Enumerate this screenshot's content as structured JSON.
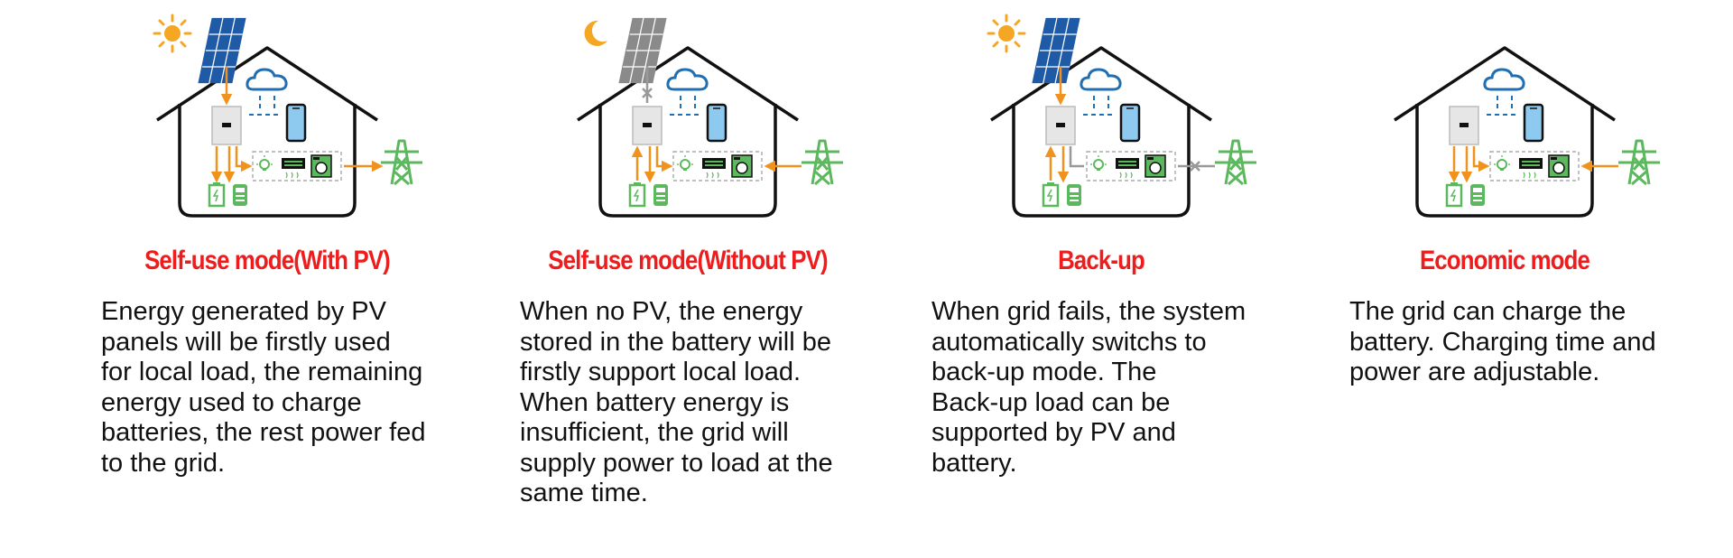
{
  "modes": [
    {
      "title": "Self-use mode(With PV)",
      "lines": [
        "Energy generated by PV",
        "panels will be firstly used",
        "for local load, the remaining",
        "energy used to charge",
        "batteries, the rest power fed",
        "to the grid."
      ]
    },
    {
      "title": "Self-use mode(Without PV)",
      "lines": [
        "When no PV, the energy",
        "stored in the battery will be",
        "firstly support local load.",
        "When battery energy is",
        "insufficient, the grid will",
        "supply power to load at the",
        "same time."
      ]
    },
    {
      "title": "Back-up",
      "lines": [
        "When grid fails, the system",
        "automatically switchs to",
        "back-up mode. The",
        "Back-up load can be",
        "supported by PV and",
        "battery."
      ]
    },
    {
      "title": "Economic mode",
      "lines": [
        "The grid can charge the",
        "battery. Charging time and",
        "power are adjustable."
      ]
    }
  ],
  "icons": {
    "sky": [
      "sun-icon",
      "moon-icon",
      "sun-icon",
      "none"
    ],
    "solar_panel": [
      "solar-panel-icon",
      "solar-panel-gray-icon",
      "solar-panel-icon",
      "none"
    ]
  },
  "colors": {
    "title": "#ee1c1c",
    "text": "#111111",
    "house": "#111111",
    "arrow": "#f0931e",
    "green": "#5cb85c",
    "cloud": "#1f6fb2",
    "phone": "#8ec9ef",
    "panel_blue": "#1f5aa6",
    "panel_gray": "#8a8a8a",
    "sun": "#f5a623",
    "disconnect": "#999999"
  }
}
